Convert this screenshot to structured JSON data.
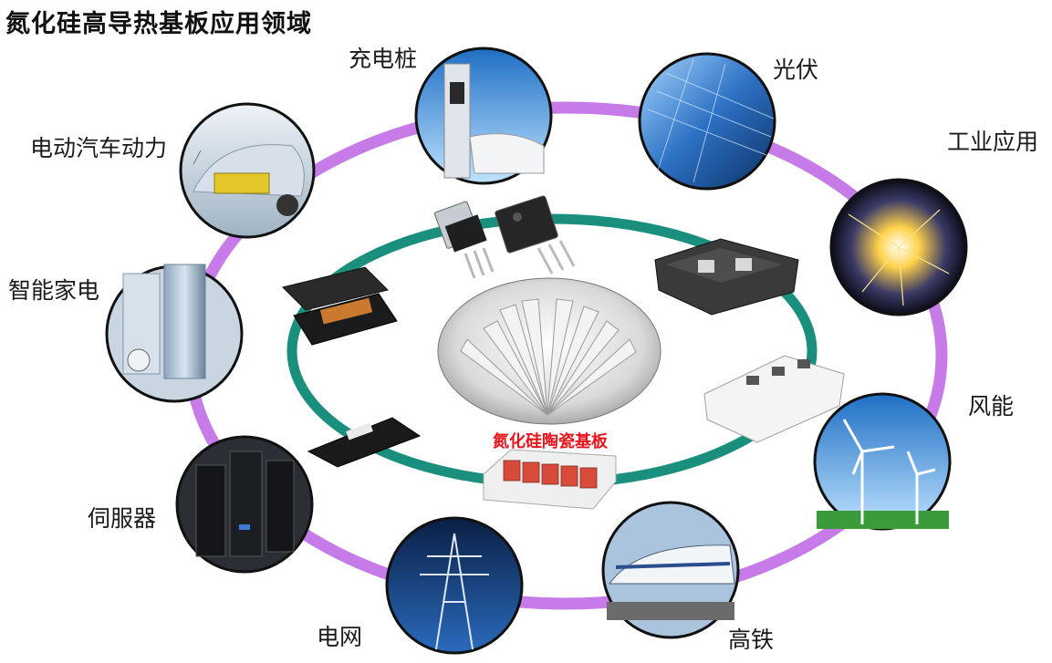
{
  "title": "氮化硅高导热基板应用领域",
  "center_label": "氮化硅陶瓷基板",
  "applications": [
    {
      "key": "ev",
      "label": "电动汽车动力"
    },
    {
      "key": "charging",
      "label": "充电桩"
    },
    {
      "key": "pv",
      "label": "光伏"
    },
    {
      "key": "industrial",
      "label": "工业应用"
    },
    {
      "key": "appliance",
      "label": "智能家电"
    },
    {
      "key": "wind",
      "label": "风能"
    },
    {
      "key": "server",
      "label": "伺服器"
    },
    {
      "key": "grid",
      "label": "电网"
    },
    {
      "key": "rail",
      "label": "高铁"
    }
  ],
  "colors": {
    "outer_ring": "#c77be8",
    "inner_ring": "#1b8f7e",
    "center_label": "#e8141b"
  }
}
